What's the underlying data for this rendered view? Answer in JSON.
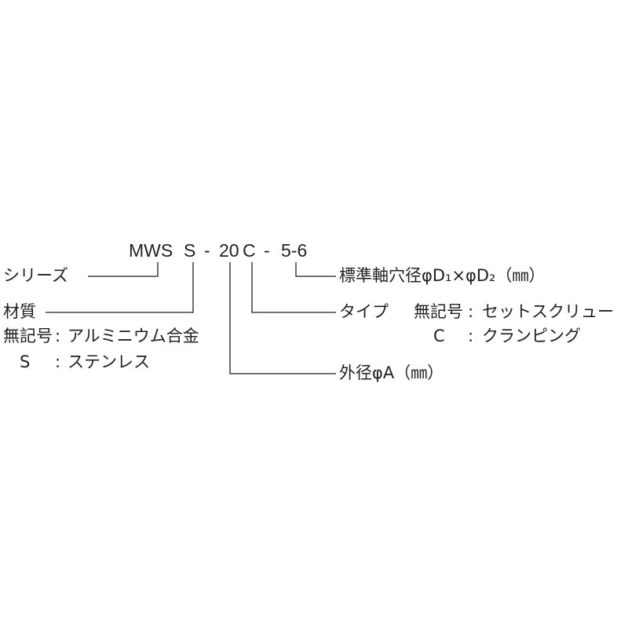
{
  "part_number": {
    "base": "MWS",
    "material_code": "S",
    "sep1": "-",
    "diameter_code": "20",
    "type_code": "C",
    "sep2": "-",
    "bore_code": "5-6"
  },
  "left": {
    "series": "シリーズ",
    "material_title": "材質",
    "material_options": [
      {
        "code": "無記号",
        "sep": ":",
        "desc": "アルミニウム合金"
      },
      {
        "code": "S",
        "sep": ":",
        "desc": "ステンレス"
      }
    ]
  },
  "right": {
    "bore": "標準軸穴径φD₁×φD₂（㎜）",
    "type_title": "タイプ",
    "type_options": [
      {
        "code": "無記号",
        "sep": ":",
        "desc": "セットスクリュー"
      },
      {
        "code": "C",
        "sep": ":",
        "desc": "クランピング"
      }
    ],
    "outer_diameter": "外径φA（㎜）"
  },
  "colors": {
    "text": "#231f20",
    "line": "#231f20",
    "background": "#ffffff"
  }
}
